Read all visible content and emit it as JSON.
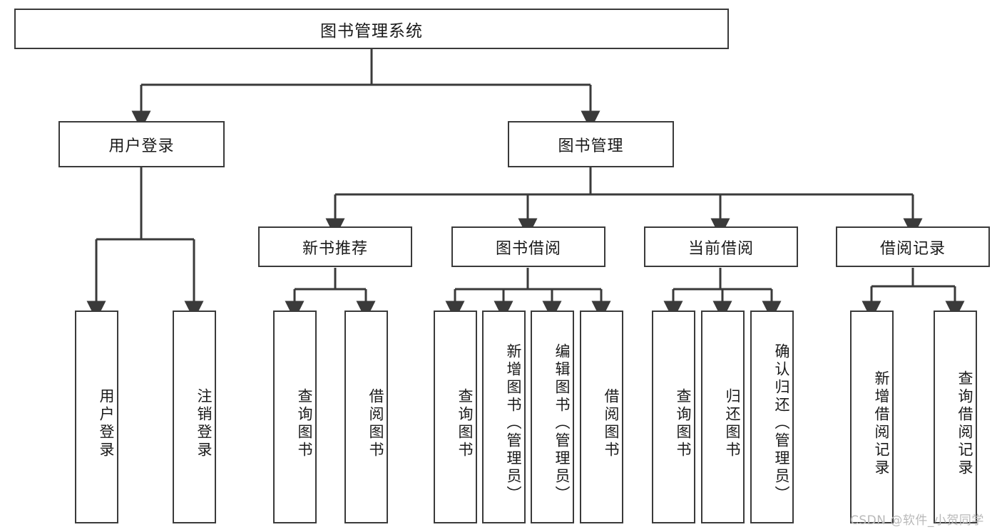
{
  "diagram": {
    "title": "图书管理系统",
    "type": "tree",
    "watermark": "CSDN @软件_小贺同学",
    "colors": {
      "stroke": "#3a3a3a",
      "fill": "#ffffff",
      "watermark": "#b9b9b9"
    },
    "root": {
      "label": "图书管理系统"
    },
    "level2": [
      {
        "label": "用户登录"
      },
      {
        "label": "图书管理"
      }
    ],
    "level3": [
      {
        "label": "新书推荐"
      },
      {
        "label": "图书借阅"
      },
      {
        "label": "当前借阅"
      },
      {
        "label": "借阅记录"
      }
    ],
    "leaves": {
      "user_login": [
        "用户登录",
        "注销登录"
      ],
      "new_book": [
        "查询图书",
        "借阅图书"
      ],
      "book_borrow": [
        "查询图书",
        "新增图书（管理员）",
        "编辑图书（管理员）",
        "借阅图书"
      ],
      "current_borrow": [
        "查询图书",
        "归还图书",
        "确认归还（管理员）"
      ],
      "borrow_record": [
        "新增借阅记录",
        "查询借阅记录"
      ]
    }
  }
}
